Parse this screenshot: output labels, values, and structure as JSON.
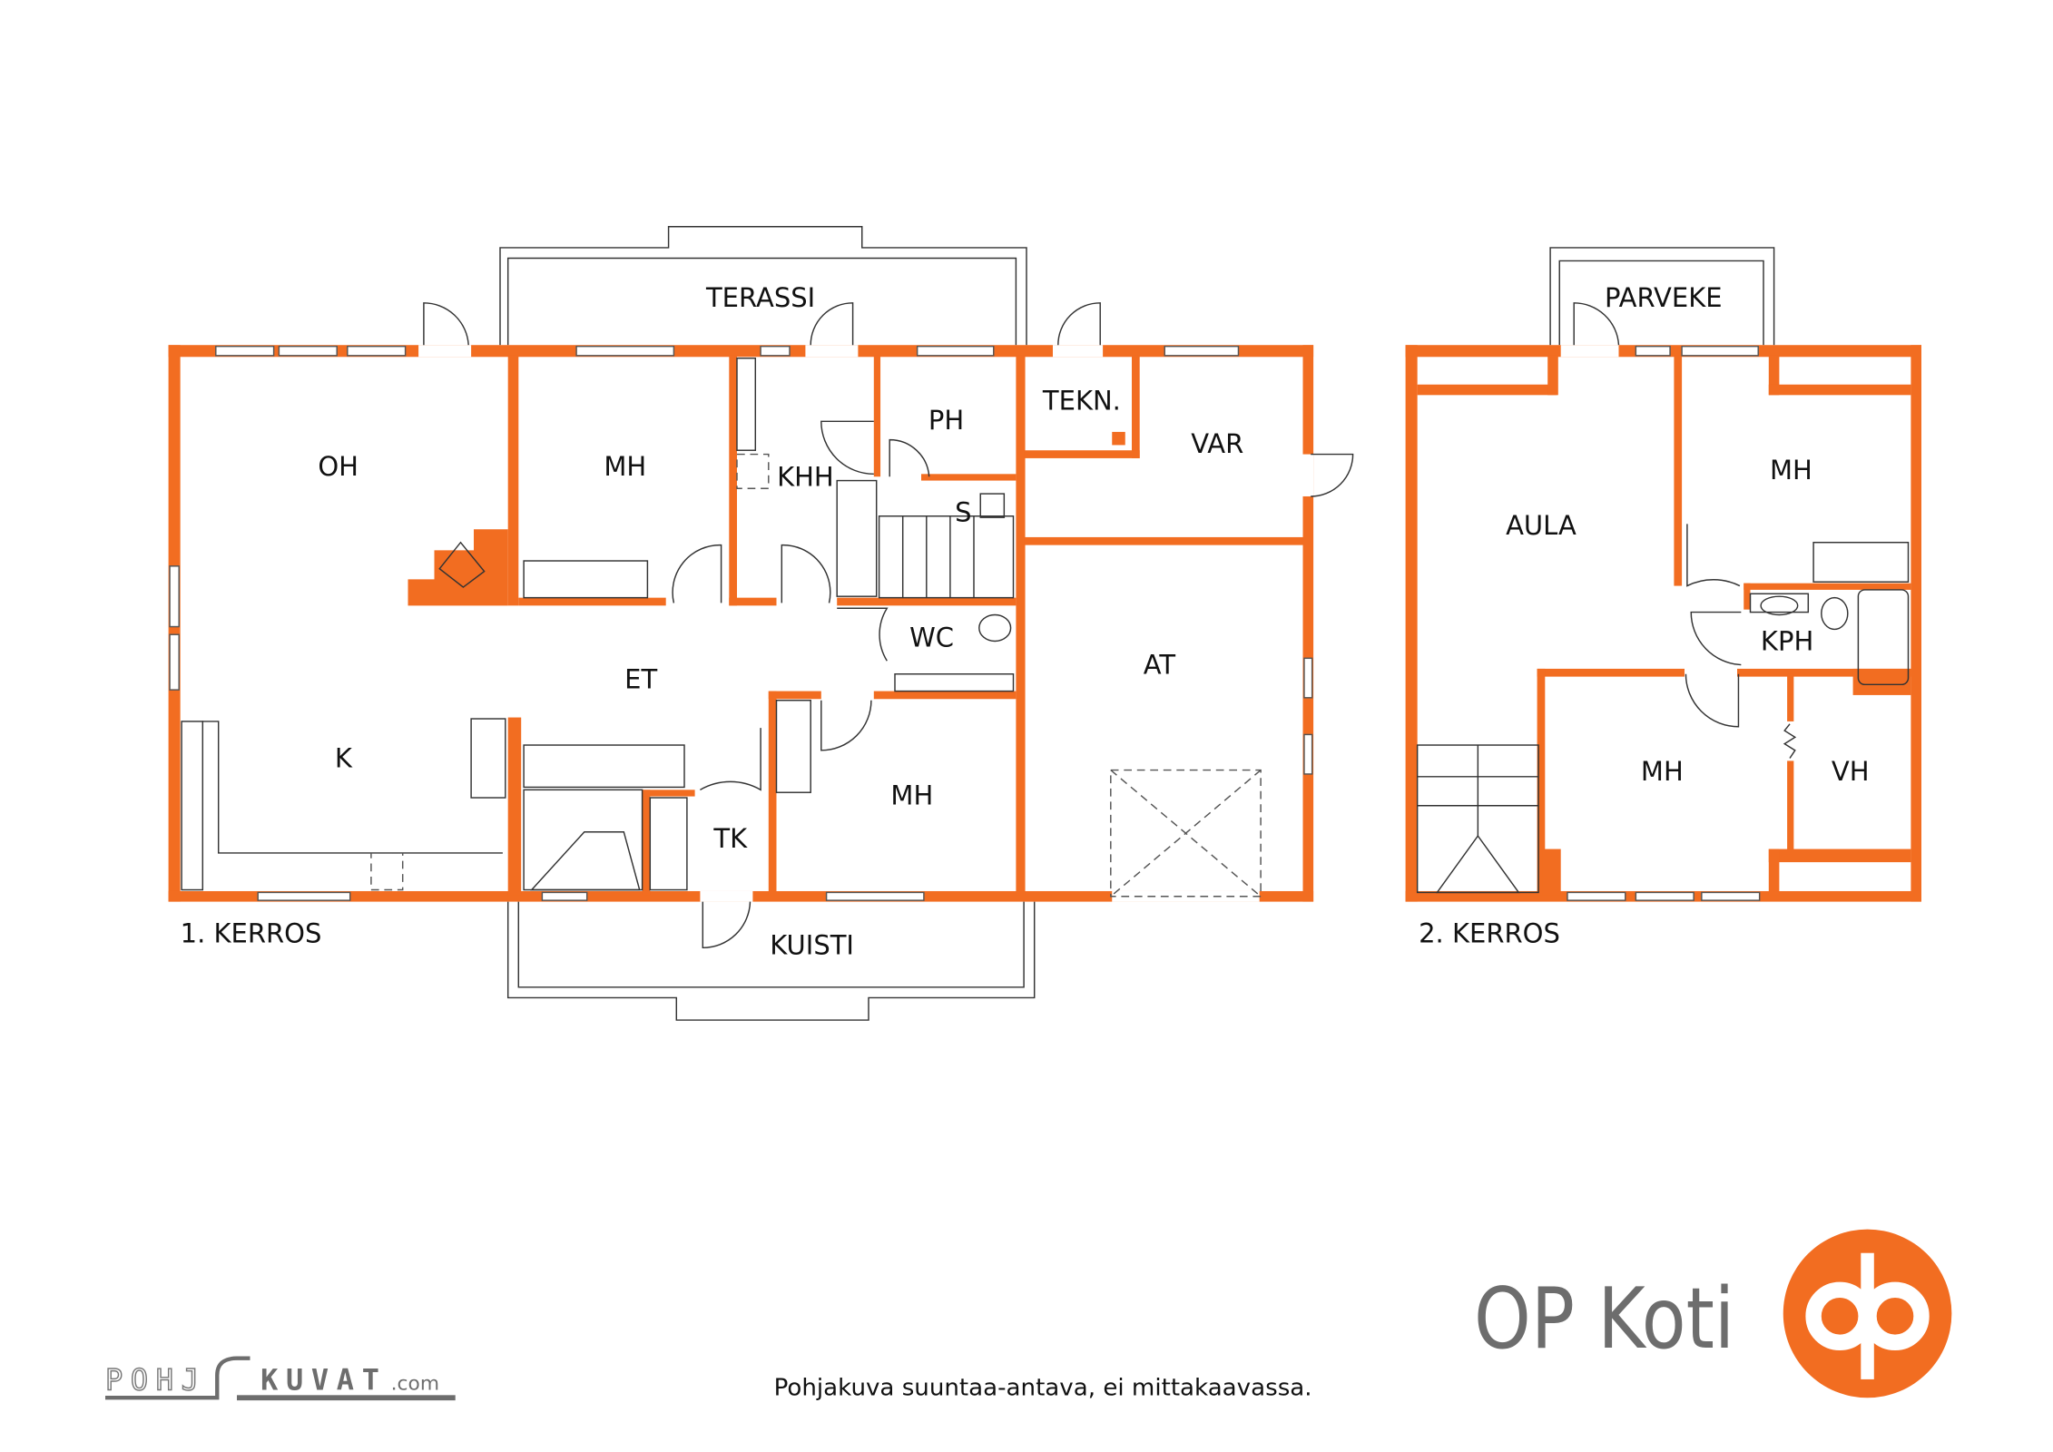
{
  "floor1": {
    "title": "1. KERROS",
    "rooms": {
      "terassi": "TERASSI",
      "oh": "OH",
      "mh1": "MH",
      "khh": "KHH",
      "ph": "PH",
      "tekn": "TEKN.",
      "var": "VAR",
      "s": "S",
      "wc": "WC",
      "et": "ET",
      "at": "AT",
      "k": "K",
      "tk": "TK",
      "mh2": "MH",
      "kuisti": "KUISTI"
    }
  },
  "floor2": {
    "title": "2. KERROS",
    "rooms": {
      "parveke": "PARVEKE",
      "aula": "AULA",
      "mh1": "MH",
      "kph": "KPH",
      "mh2": "MH",
      "vh": "VH"
    }
  },
  "footer": {
    "note": "Pohjakuva suuntaa-antava, ei mittakaavassa.",
    "pohjakuvat_left": "POHJ",
    "pohjakuvat_right": "KUVAT",
    "pohjakuvat_suffix": ".com",
    "brand": "OP Koti"
  },
  "colors": {
    "wall": "#f26d21",
    "text": "#111111",
    "brand_gray": "#6d6d6d"
  }
}
